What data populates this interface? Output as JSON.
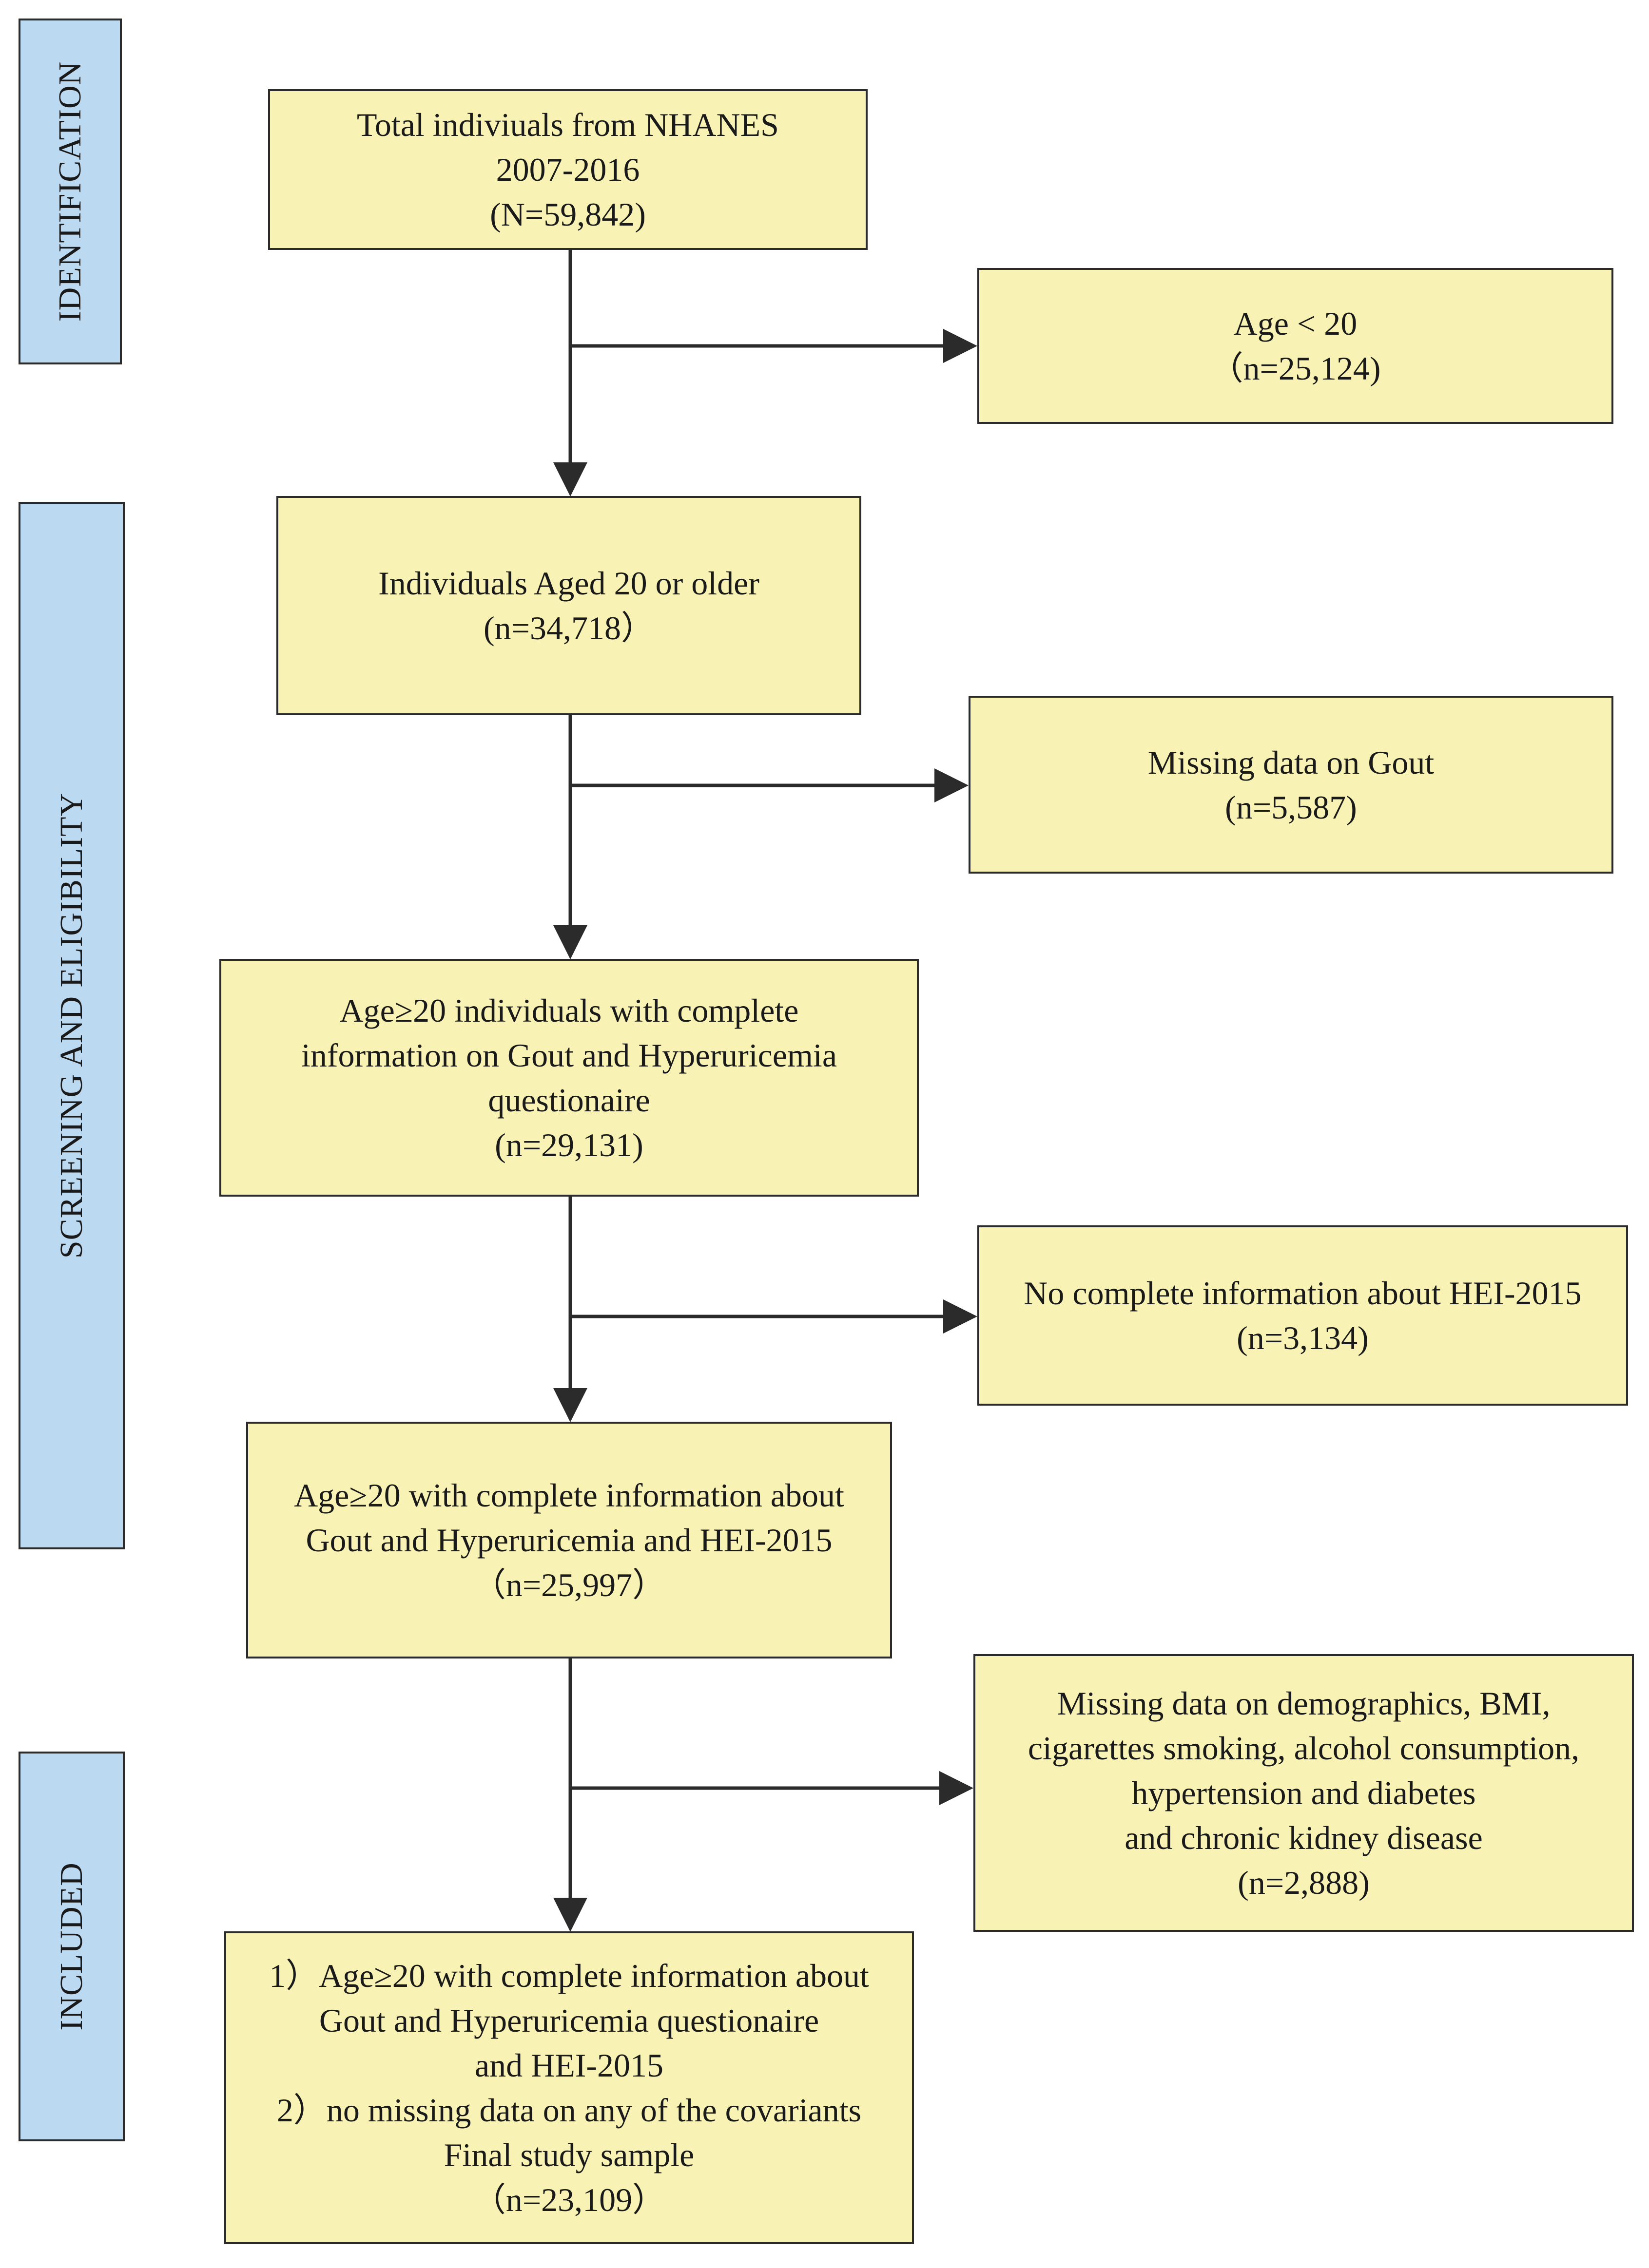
{
  "stages": {
    "identification": "IDENTIFICATION",
    "screening": "SCREENING AND ELIGIBILITY",
    "included": "INCLUDED"
  },
  "main_boxes": {
    "total": {
      "line1": "Total indiviuals from NHANES",
      "line2": "2007-2016",
      "line3": "(N=59,842)"
    },
    "aged20": {
      "line1": "Individuals Aged 20 or older",
      "line2": "(n=34,718）"
    },
    "complete_gout": {
      "line1": "Age≥20 individuals with complete",
      "line2": "information on Gout and Hyperuricemia",
      "line3": "questionaire",
      "line4": "(n=29,131)"
    },
    "complete_hei": {
      "line1": "Age≥20 with complete information about",
      "line2": "Gout and Hyperuricemia and HEI-2015",
      "line3": "（n=25,997）"
    },
    "final": {
      "line1": "1）Age≥20 with complete information about",
      "line2": "Gout and Hyperuricemia questionaire",
      "line3": "and HEI-2015",
      "line4": "2）no missing data on any of the covariants",
      "line5": "Final study sample",
      "line6": "（n=23,109）"
    }
  },
  "exclusion_boxes": {
    "age_under_20": {
      "line1": "Age < 20",
      "line2": "（n=25,124)"
    },
    "missing_gout": {
      "line1": "Missing data on Gout",
      "line2": "(n=5,587)"
    },
    "no_hei": {
      "line1": "No complete information about HEI-2015",
      "line2": "(n=3,134)"
    },
    "missing_covariates": {
      "line1": "Missing data on demographics, BMI,",
      "line2": "cigarettes smoking, alcohol consumption,",
      "line3": "hypertension and diabetes",
      "line4": "and chronic kidney disease",
      "line5": "(n=2,888)"
    }
  },
  "colors": {
    "stage_fill": "#bcd9f2",
    "box_fill": "#f8f2b4",
    "line": "#2b2b2b"
  }
}
